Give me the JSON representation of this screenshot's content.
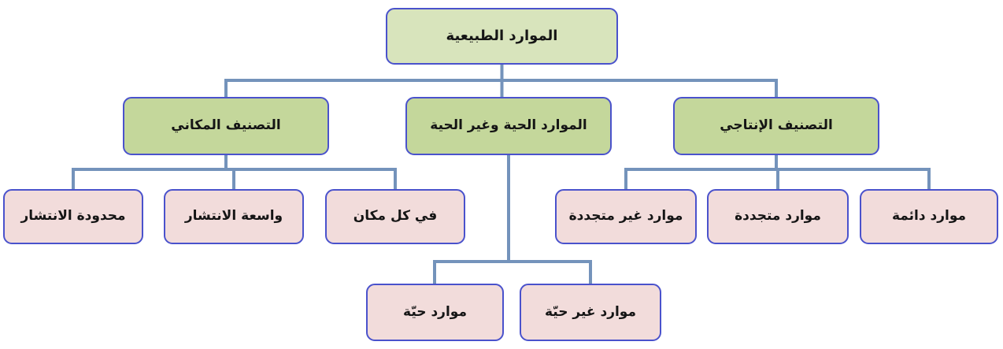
{
  "tree": {
    "root": {
      "label": "الموارد الطبيعية"
    },
    "branches": [
      {
        "label": "التصنيف المكاني",
        "children": [
          {
            "label": "محدودة الانتشار"
          },
          {
            "label": "واسعة الانتشار"
          },
          {
            "label": "في كل مكان"
          }
        ]
      },
      {
        "label": "الموارد الحية وغير الحية",
        "children": [
          {
            "label": "موارد حيّة"
          },
          {
            "label": "موارد غير حيّة"
          }
        ]
      },
      {
        "label": "التصنيف الإنتاجي",
        "children": [
          {
            "label": "موارد غير متجددة"
          },
          {
            "label": "موارد متجددة"
          },
          {
            "label": "موارد دائمة"
          }
        ]
      }
    ]
  },
  "colors": {
    "root_fill": "#d8e4bc",
    "branch_fill": "#c4d79b",
    "leaf_fill": "#f2dcdb",
    "node_border": "#4a52cc",
    "connector_color": "#7493bb",
    "text_color": "#151515"
  }
}
